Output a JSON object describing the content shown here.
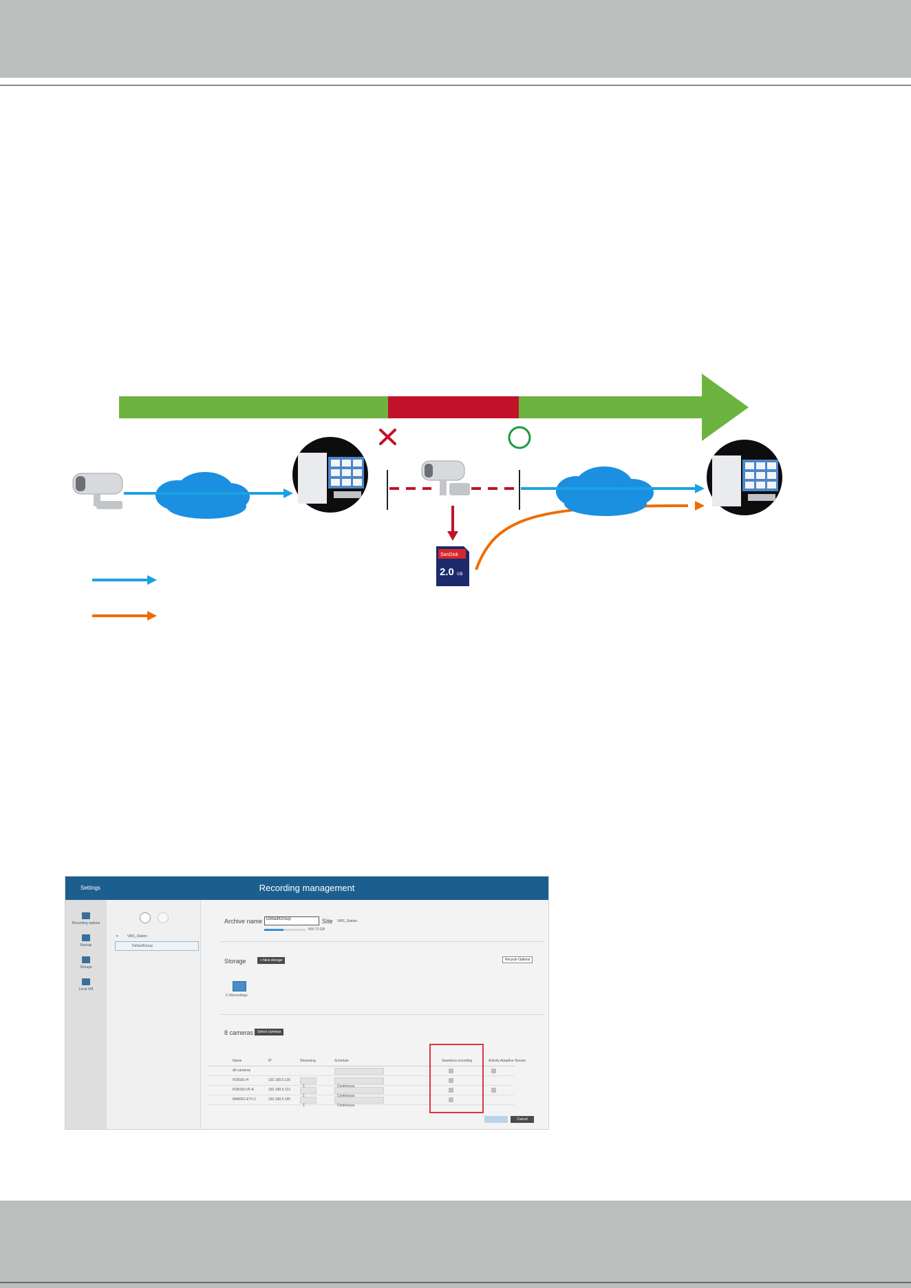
{
  "diagram": {
    "colors": {
      "ok": "#6db33f",
      "fail": "#c1122a",
      "live_stream": "#1ba1e2",
      "backfill_stream": "#ef6c00"
    },
    "markers": {
      "fail": "cross-mark",
      "recovered": "circle-mark"
    },
    "sd_card": {
      "brand": "SanDisk",
      "capacity": "2.0",
      "unit": "GB"
    }
  },
  "screenshot": {
    "app_brand": "Settings",
    "window_title": "Recording management",
    "nav": [
      {
        "label": "Recording options",
        "icon": "recording-icon"
      },
      {
        "label": "Backup",
        "icon": "backup-icon"
      },
      {
        "label": "Storage",
        "icon": "storage-icon"
      },
      {
        "label": "Local VM",
        "icon": "local-vm-icon"
      }
    ],
    "tree": {
      "root": "VMS_Station",
      "child": "DefaultGroup"
    },
    "archive": {
      "name_label": "Archive name",
      "name_value": "DefaultGroup",
      "site_label": "Site",
      "site_value": "VMS_Station",
      "usage_text": "600.73 GB"
    },
    "storage": {
      "heading": "Storage",
      "new_button": "+ New storage",
      "options_button": "Recycle Options",
      "item_label": "C:\\Recordings"
    },
    "cameras": {
      "heading": "8 cameras",
      "select_button": "Select cameras",
      "columns": [
        "Name",
        "IP",
        "Streaming",
        "Schedule",
        "Seamless recording",
        "Activity Adaptive Stream"
      ],
      "rows": [
        {
          "name": "All cameras",
          "ip": "",
          "stream": "",
          "schedule": ""
        },
        {
          "name": "FD8181-H",
          "ip": "192.168.5.118",
          "stream": "1",
          "schedule": "Continuous"
        },
        {
          "name": "FD8183-VF-A",
          "ip": "192.168.5.113",
          "stream": "1",
          "schedule": "Continuous"
        },
        {
          "name": "MA8391-ETV-1",
          "ip": "192.168.5.195",
          "stream": "1",
          "schedule": "Continuous"
        }
      ],
      "seamless_checked": [
        false,
        false,
        false,
        false
      ],
      "adaptive_checked": [
        false,
        false,
        false,
        false
      ]
    },
    "footer_buttons": {
      "apply": "",
      "cancel": "Cancel"
    }
  }
}
